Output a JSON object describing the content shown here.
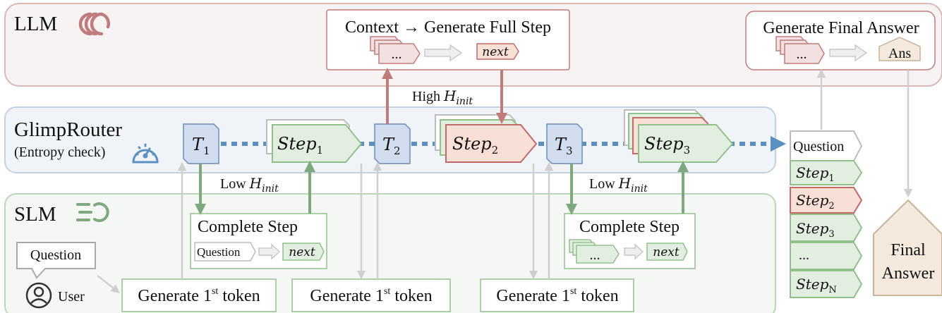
{
  "colors": {
    "llm_border": "#d9b8b8",
    "llm_bg": "#f8f3f3",
    "llm_accent": "#c07c7c",
    "router_border": "#c4d2e0",
    "router_bg": "#f0f4f8",
    "router_accent": "#5b8fbf",
    "slm_border": "#bcd6bc",
    "slm_bg": "#f4f7f3",
    "slm_accent": "#7ea87e",
    "step_green_fill": "#e2efe0",
    "step_green_stroke": "#92c08c",
    "step_red_fill": "#f9e0d6",
    "step_red_stroke": "#c06a6a",
    "token_fill": "#d1ddee",
    "token_stroke": "#6b8fb5",
    "answer_fill": "#f4e9dc",
    "answer_stroke": "#c7b59a",
    "gray_arrow": "#cfcfcf"
  },
  "llm": {
    "title": "LLM",
    "icon": "stacked-circles-icon",
    "context_box": {
      "title": "Context → Generate Full Step",
      "context_label": "...",
      "next_label": "next"
    },
    "final_box": {
      "title": "Generate Final Answer",
      "context_label": "...",
      "answer_label": "Ans"
    }
  },
  "router": {
    "title": "GlimpRouter",
    "subtitle": "(Entropy check)",
    "icon": "gauge-icon",
    "tokens": [
      {
        "base": "T",
        "sub": "1"
      },
      {
        "base": "T",
        "sub": "2"
      },
      {
        "base": "T",
        "sub": "3"
      }
    ],
    "steps": [
      {
        "base": "Step",
        "sub": "1",
        "source": "slm"
      },
      {
        "base": "Step",
        "sub": "2",
        "source": "llm"
      },
      {
        "base": "Step",
        "sub": "3",
        "source": "slm"
      }
    ],
    "high_label": {
      "prefix": "High ",
      "base": "H",
      "sub": "init"
    },
    "low_label": {
      "prefix": "Low ",
      "base": "H",
      "sub": "init"
    }
  },
  "slm": {
    "title": "SLM",
    "icon": "fast-circle-icon",
    "user_bubble": "Question",
    "user_label": "User",
    "user_icon": "user-icon",
    "generate_boxes": [
      {
        "prefix": "Generate 1",
        "sup": "st",
        "suffix": " token"
      },
      {
        "prefix": "Generate 1",
        "sup": "st",
        "suffix": " token"
      },
      {
        "prefix": "Generate 1",
        "sup": "st",
        "suffix": " token"
      }
    ],
    "complete_boxes": [
      {
        "title": "Complete Step",
        "input_label": "Question",
        "next_label": "next"
      },
      {
        "title": "Complete Step",
        "input_label": "...",
        "next_label": "next"
      }
    ]
  },
  "trace": {
    "items": [
      {
        "label": "Question",
        "kind": "question"
      },
      {
        "base": "Step",
        "sub": "1",
        "kind": "slm"
      },
      {
        "base": "Step",
        "sub": "2",
        "kind": "llm"
      },
      {
        "base": "Step",
        "sub": "3",
        "kind": "slm"
      },
      {
        "label": "...",
        "kind": "slm"
      },
      {
        "base": "Step",
        "sub": "N",
        "kind": "slm"
      }
    ],
    "final_answer": [
      "Final",
      "Answer"
    ]
  }
}
